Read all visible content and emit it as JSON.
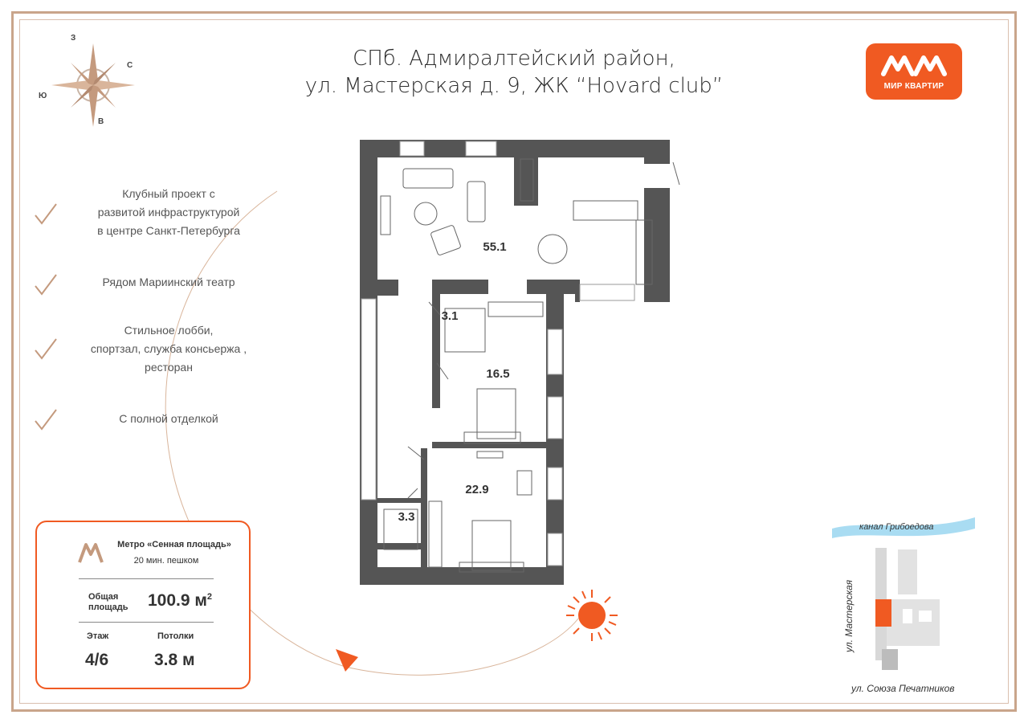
{
  "header": {
    "title_line1": "СПб. Адмиралтейский район,",
    "title_line2": "ул. Мастерская д. 9, ЖК “Hovard club”"
  },
  "logo": {
    "text": "МИР КВАРТИР",
    "color": "#f05a22"
  },
  "compass": {
    "north": "З",
    "east": "С",
    "west": "Ю",
    "south": "В"
  },
  "features": [
    {
      "lines": [
        "Клубный проект с",
        "развитой инфраструктурой",
        "в центре  Санкт-Петербурга"
      ]
    },
    {
      "lines": [
        "Рядом Мариинский театр"
      ]
    },
    {
      "lines": [
        "Стильное лобби,",
        "спортзал, служба консьержа ,",
        "ресторан"
      ]
    },
    {
      "lines": [
        "С полной отделкой"
      ]
    }
  ],
  "rooms": [
    {
      "label": "55.1"
    },
    {
      "label": "3.1"
    },
    {
      "label": "16.5"
    },
    {
      "label": "22.9"
    },
    {
      "label": "3.3"
    }
  ],
  "info": {
    "metro_name": "Метро «Сенная площадь»",
    "metro_walk": "20 мин. пешком",
    "area_label_1": "Общая",
    "area_label_2": "площадь",
    "area_value": "100.9 м",
    "area_unit_sup": "2",
    "floor_label": "Этаж",
    "floor_value": "4/6",
    "ceiling_label": "Потолки",
    "ceiling_value": "3.8 м"
  },
  "map": {
    "canal": "канал Грибоедова",
    "street_vertical": "ул. Мастерская",
    "street_horizontal": "ул. Союза Печатников"
  },
  "colors": {
    "accent": "#f05a22",
    "frame": "#c9a58b",
    "wall": "#555555"
  }
}
